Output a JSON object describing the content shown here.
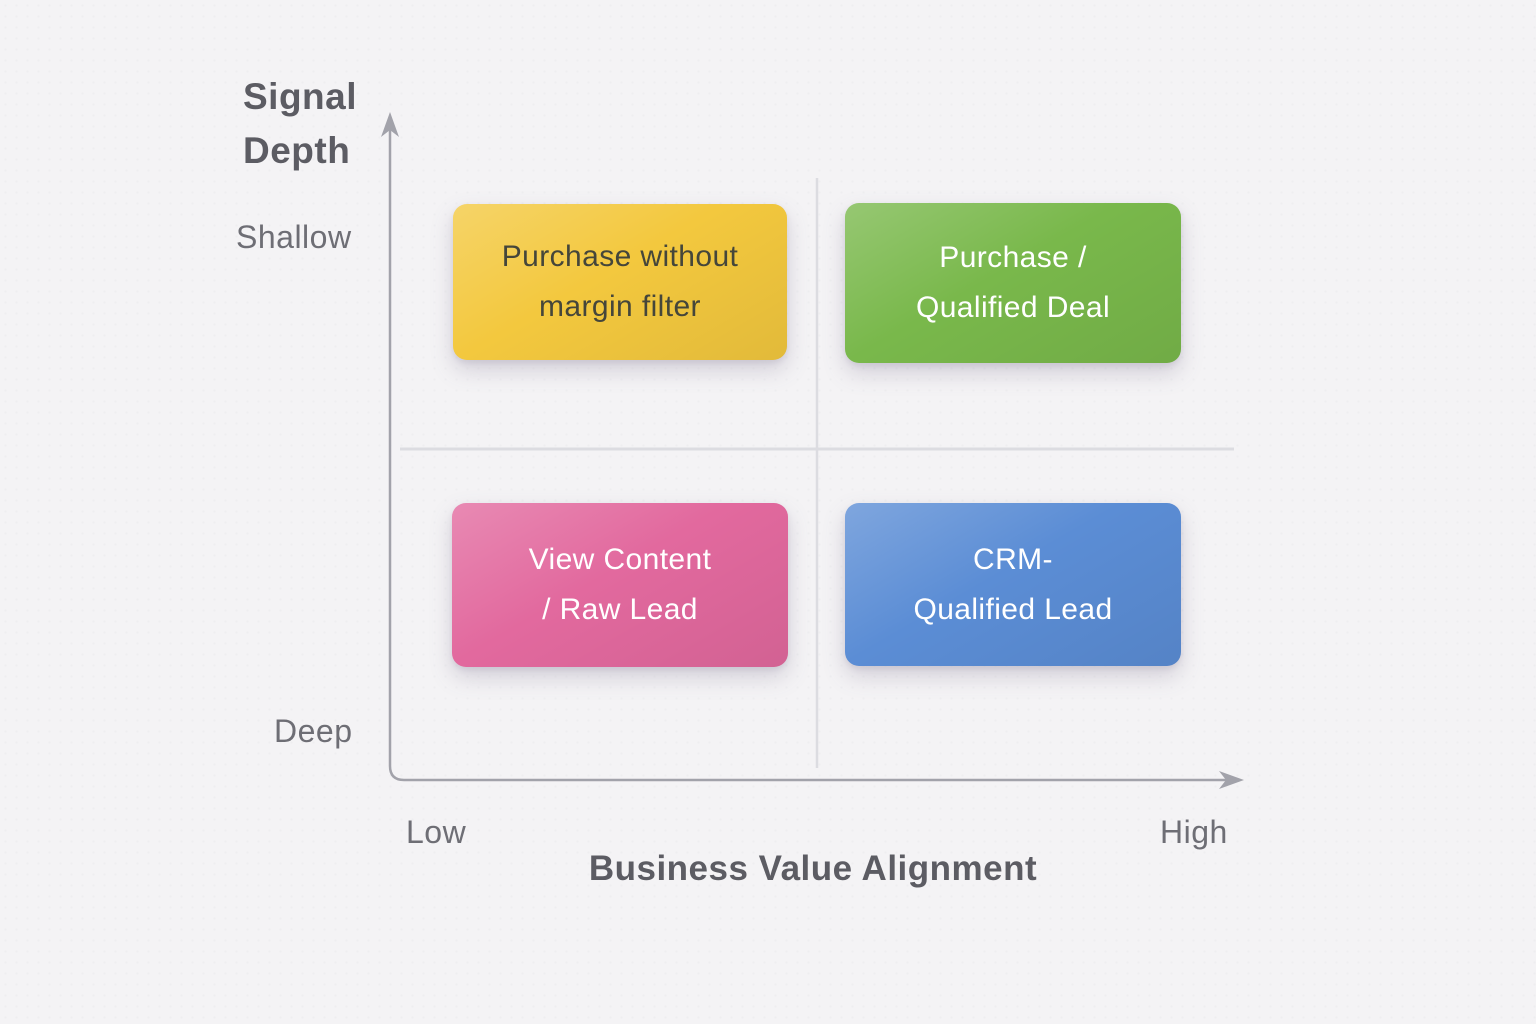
{
  "colors": {
    "background": "#f4f3f5",
    "axis": "#a2a2aa",
    "divider": "#dcdce1",
    "title_text": "#5c5c63",
    "tick_text": "#6e6e75"
  },
  "axes": {
    "y_title": [
      "Signal",
      "Depth"
    ],
    "x_title": "Business Value Alignment",
    "y_tick_top": "Shallow",
    "y_tick_bottom": "Deep",
    "x_tick_left": "Low",
    "x_tick_right": "High"
  },
  "quadrants": {
    "top_left": {
      "line1": "Purchase without",
      "line2": "margin filter",
      "fill": "#f3c83e",
      "text_color": "#45463a"
    },
    "top_right": {
      "line1": "Purchase /",
      "line2": "Qualified Deal",
      "fill": "#79b84b",
      "text_color": "#ffffff"
    },
    "bottom_left": {
      "line1": "View Content",
      "line2": "/ Raw Lead",
      "fill": "#e2699e",
      "text_color": "#ffffff"
    },
    "bottom_right": {
      "line1": "CRM-",
      "line2": "Qualified Lead",
      "fill": "#5b8dd5",
      "text_color": "#ffffff"
    }
  }
}
